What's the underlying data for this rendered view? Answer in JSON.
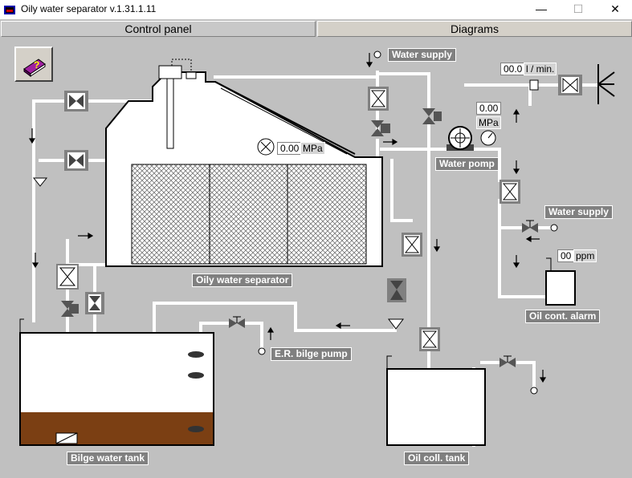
{
  "window": {
    "title": "Oily water separator v.1.31.1.11",
    "minimize_glyph": "—",
    "maximize_glyph": "☐",
    "close_glyph": "✕"
  },
  "tabs": [
    {
      "label": "Control panel",
      "active": true
    },
    {
      "label": "Diagrams",
      "active": false
    }
  ],
  "help_button": {
    "icon": "help-book-icon"
  },
  "labels": {
    "water_supply_top": "Water supply",
    "water_supply_right": "Water supply",
    "water_pump": "Water pomp",
    "oily_water_separator": "Oily water separator",
    "er_bilge_pump": "E.R. bilge pump",
    "oil_cont_alarm": "Oil cont. alarm",
    "bilge_water_tank": "Bilge water tank",
    "oil_coll_tank": "Oil coll. tank"
  },
  "readouts": {
    "separator_pressure": {
      "value": "0.00",
      "unit": "MPa"
    },
    "pump_pressure": {
      "value": "0.00",
      "unit": "MPa"
    },
    "flow_rate": {
      "value": "00.0",
      "unit": "l / min."
    },
    "oil_content": {
      "value": "00",
      "unit": "ppm"
    }
  },
  "colors": {
    "background": "#c0c0c0",
    "pipe": "#ffffff",
    "valve_on": "#808080",
    "oil": "#7b3f13",
    "label_bg": "#808080"
  },
  "tanks": {
    "bilge_oil_level": 0.22
  }
}
